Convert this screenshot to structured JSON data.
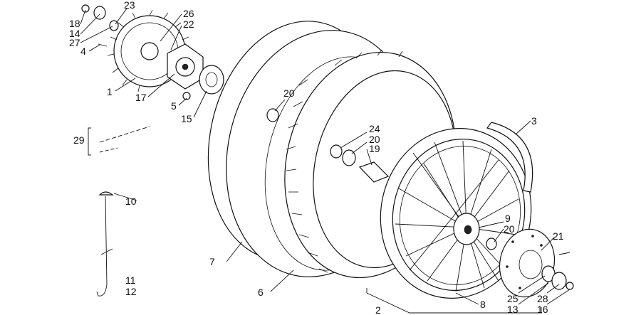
{
  "callouts": [
    "1",
    "2",
    "3",
    "4",
    "5",
    "6",
    "7",
    "8",
    "9",
    "10",
    "11",
    "12",
    "13",
    "14",
    "15",
    "16",
    "17",
    "18",
    "19",
    "20",
    "21",
    "22",
    "23",
    "24",
    "25",
    "26",
    "27",
    "28",
    "29"
  ],
  "labels": {
    "l18": "18",
    "l14": "14",
    "l27": "27",
    "l4": "4",
    "l23": "23",
    "l26": "26",
    "l22": "22",
    "l1": "1",
    "l17": "17",
    "l5": "5",
    "l15": "15",
    "l20a": "20",
    "l29": "29",
    "l10": "10",
    "l11": "11",
    "l12": "12",
    "l7": "7",
    "l6": "6",
    "l24": "24",
    "l20b": "20",
    "l19": "19",
    "l3": "3",
    "l9": "9",
    "l20c": "20",
    "l21": "21",
    "l8": "8",
    "l2": "2",
    "l25": "25",
    "l13": "13",
    "l28": "28",
    "l16": "16"
  }
}
